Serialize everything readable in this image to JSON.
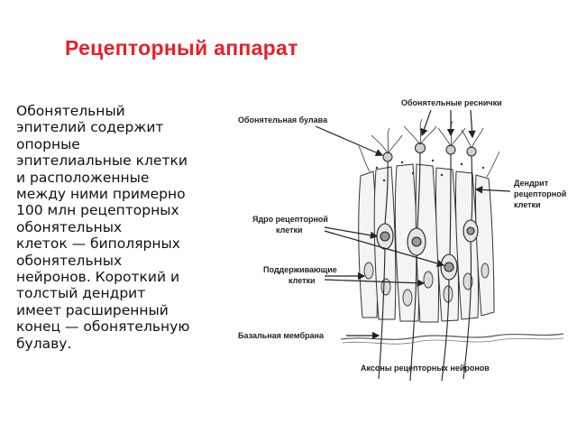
{
  "slide": {
    "title": "Рецепторный аппарат",
    "title_color": "#e8202a",
    "body_lines": [
      "Обонятельный",
      "эпителий содержит",
      "опорные",
      "эпителиальные клетки",
      "и расположенные",
      "между ними примерно",
      "100 млн рецепторных",
      "обонятельных",
      "клеток — биполярных",
      "обонятельных",
      "нейронов. Короткий и",
      "толстый дендрит",
      "имеет расширенный",
      "конец — обонятельную",
      "булаву."
    ]
  },
  "diagram": {
    "labels": {
      "olfactory_knob": "Обонятельная булава",
      "olfactory_cilia": "Обонятельные реснички",
      "dendrite_line1": "Дендрит",
      "dendrite_line2": "рецепторной",
      "dendrite_line3": "клетки",
      "nucleus_line1": "Ядро рецепторной",
      "nucleus_line2": "клетки",
      "supporting_line1": "Поддерживающие",
      "supporting_line2": "клетки",
      "basal_membrane": "Базальная мембрана",
      "axons": "Аксоны рецепторных нейронов"
    }
  }
}
